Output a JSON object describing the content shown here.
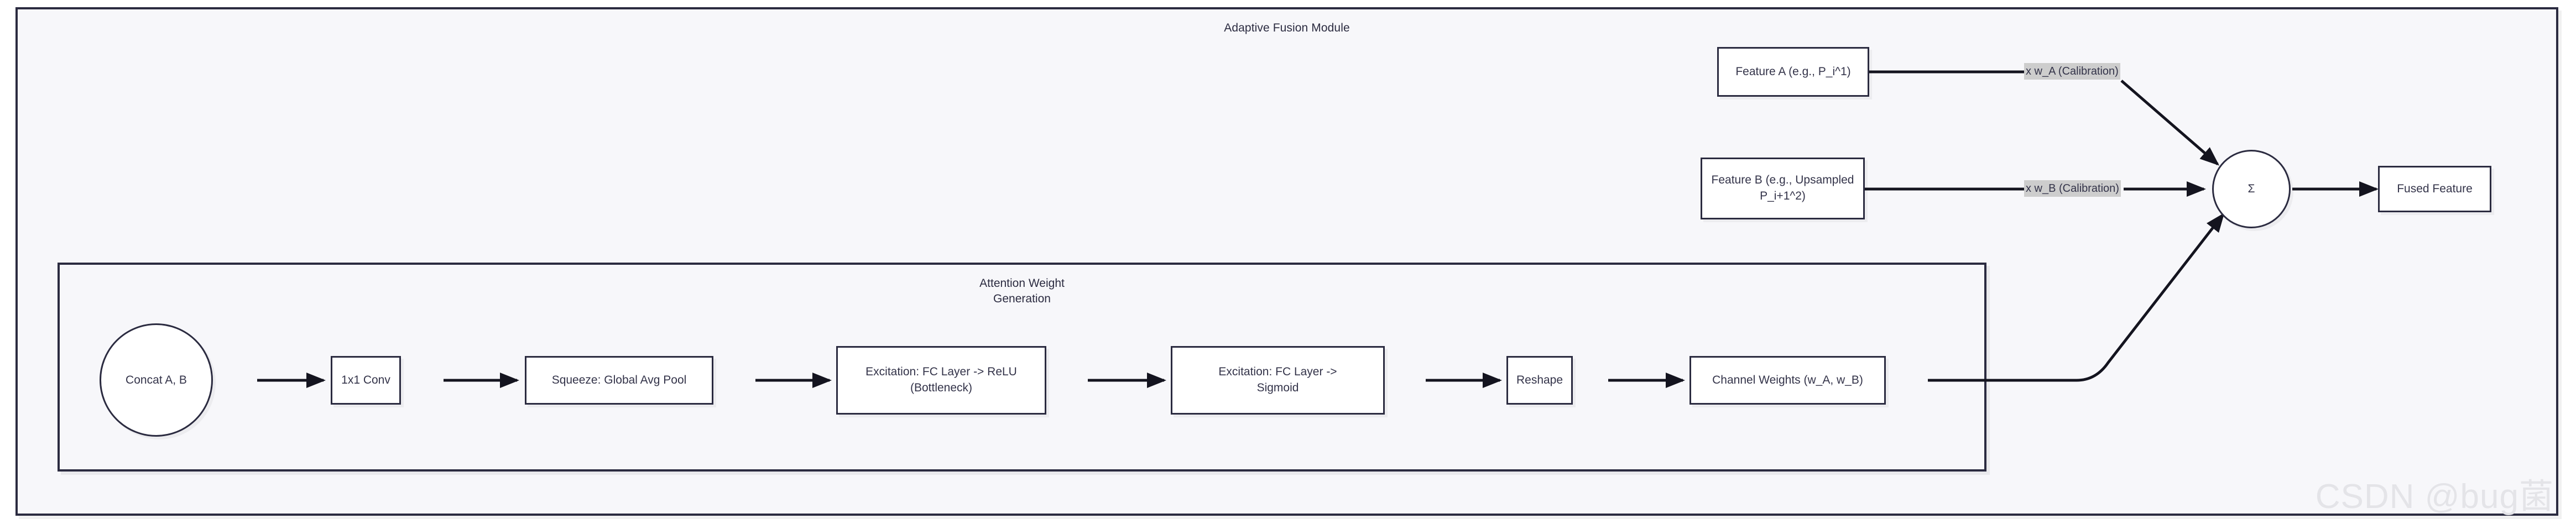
{
  "diagram": {
    "outer_title": "Adaptive Fusion Module",
    "subgraph_title_line1": "Attention Weight",
    "subgraph_title_line2": "Generation",
    "watermark": "CSDN @bug菌",
    "colors": {
      "canvas": "#ffffff",
      "container_fill": "#f7f7fa",
      "border": "#2b2b40",
      "node_fill": "#ffffff",
      "text": "#333349",
      "edge": "#14141f",
      "edge_label_bg": "#cdcdcd",
      "watermark": "#e4e4e8"
    }
  },
  "nodes": {
    "feature_a": "Feature A (e.g., P_i^1)",
    "feature_b_line1": "Feature B (e.g., Upsampled",
    "feature_b_line2": "P_i+1^2)",
    "sum": "Σ",
    "fused_feature": "Fused Feature",
    "concat": "Concat A, B",
    "conv": "1x1 Conv",
    "squeeze": "Squeeze: Global Avg Pool",
    "excite_relu_line1": "Excitation: FC Layer -> ReLU",
    "excite_relu_line2": "(Bottleneck)",
    "excite_sigmoid_line1": "Excitation: FC Layer ->",
    "excite_sigmoid_line2": "Sigmoid",
    "reshape": "Reshape",
    "channel_weights": "Channel Weights (w_A, w_B)"
  },
  "edge_labels": {
    "w_a": "x w_A (Calibration)",
    "w_b": "x w_B (Calibration)"
  }
}
